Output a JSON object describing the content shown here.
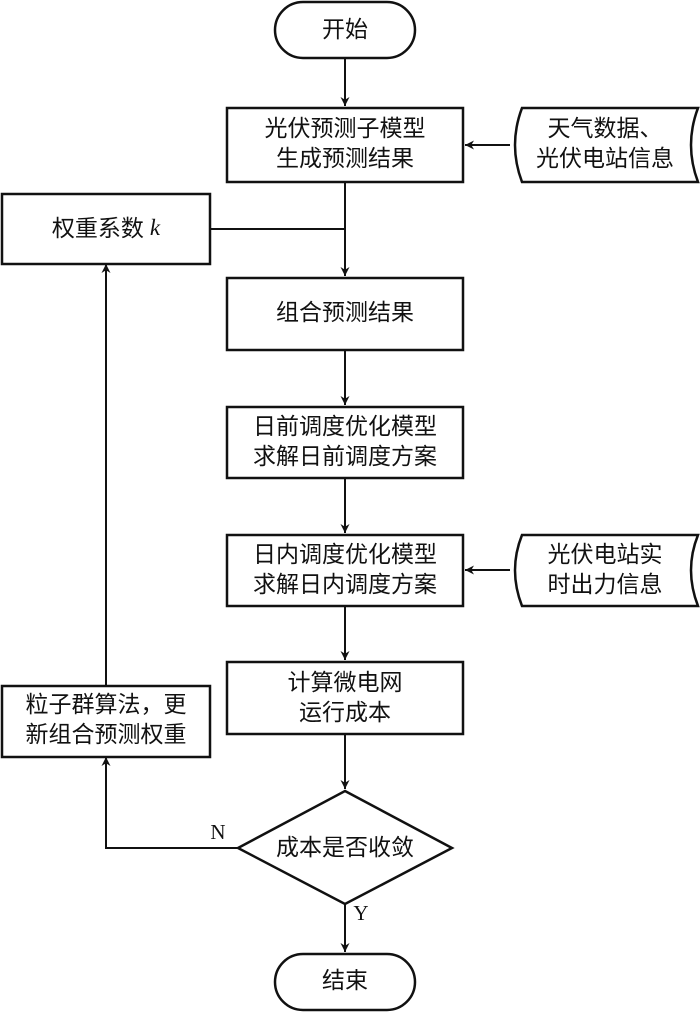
{
  "diagram": {
    "type": "flowchart",
    "nodes": {
      "start": {
        "kind": "terminator",
        "lines": [
          "开始"
        ]
      },
      "pv_submodel": {
        "kind": "process",
        "lines": [
          "光伏预测子模型",
          "生成预测结果"
        ]
      },
      "weather_input": {
        "kind": "data",
        "lines": [
          "天气数据、",
          "光伏电站信息"
        ]
      },
      "weight_k": {
        "kind": "process",
        "text": "权重系数",
        "variable": "k"
      },
      "combined_result": {
        "kind": "process",
        "lines": [
          "组合预测结果"
        ]
      },
      "day_ahead": {
        "kind": "process",
        "lines": [
          "日前调度优化模型",
          "求解日前调度方案"
        ]
      },
      "intraday": {
        "kind": "process",
        "lines": [
          "日内调度优化模型",
          "求解日内调度方案"
        ]
      },
      "realtime_input": {
        "kind": "data",
        "lines": [
          "光伏电站实",
          "时出力信息"
        ]
      },
      "cost_calc": {
        "kind": "process",
        "lines": [
          "计算微电网",
          "运行成本"
        ]
      },
      "pso_update": {
        "kind": "process",
        "lines": [
          "粒子群算法，更",
          "新组合预测权重"
        ]
      },
      "converge": {
        "kind": "decision",
        "lines": [
          "成本是否收敛"
        ]
      },
      "end": {
        "kind": "terminator",
        "lines": [
          "结束"
        ]
      }
    },
    "edge_labels": {
      "no": "N",
      "yes": "Y"
    },
    "edges": [
      [
        "start",
        "pv_submodel"
      ],
      [
        "weather_input",
        "pv_submodel"
      ],
      [
        "pv_submodel",
        "combined_result"
      ],
      [
        "weight_k",
        "combined_result"
      ],
      [
        "combined_result",
        "day_ahead"
      ],
      [
        "day_ahead",
        "intraday"
      ],
      [
        "realtime_input",
        "intraday"
      ],
      [
        "intraday",
        "cost_calc"
      ],
      [
        "cost_calc",
        "converge"
      ],
      [
        "converge",
        "end",
        "Y"
      ],
      [
        "converge",
        "pso_update",
        "N"
      ],
      [
        "pso_update",
        "weight_k"
      ]
    ]
  }
}
